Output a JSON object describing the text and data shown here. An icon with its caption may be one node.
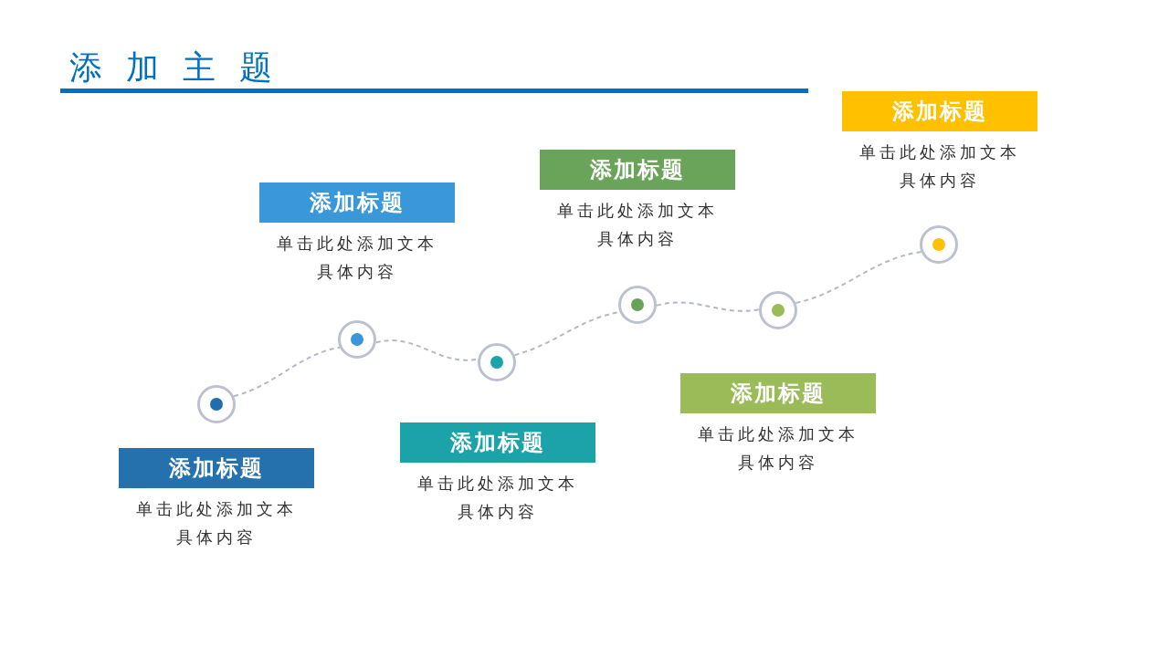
{
  "diagram": {
    "title": "添加主题",
    "nodes": [
      {
        "text": [],
        "shape": "circle"
      },
      {
        "text": [],
        "shape": "circle"
      },
      {
        "text": [],
        "shape": "circle"
      },
      {
        "text": [],
        "shape": "circle"
      },
      {
        "text": [],
        "shape": "circle"
      },
      {
        "text": [],
        "shape": "circle"
      },
      {
        "text": [
          "添加标题"
        ],
        "beside": [
          "单击此处添加文本具体内容"
        ]
      },
      {
        "text": [
          "添加标题"
        ],
        "beside": [
          "单击此处添加文本具体内容"
        ]
      },
      {
        "text": [
          "添加标题"
        ],
        "beside": [
          "单击此处添加文本具体内容"
        ]
      },
      {
        "text": [
          "添加标题"
        ],
        "beside": [
          "单击此处添加文本具体内容"
        ]
      },
      {
        "text": [
          "添加标题"
        ],
        "beside": [
          "单击此处添加文本具体内容"
        ]
      },
      {
        "text": [
          "添加标题"
        ],
        "beside": [
          "单击此处添加文本具体内容"
        ]
      }
    ],
    "edges": [
      {
        "from": 0,
        "to": 1,
        "arrow": "none",
        "style": "dashed"
      },
      {
        "from": 1,
        "to": 2,
        "arrow": "none",
        "style": "dashed"
      },
      {
        "from": 2,
        "to": 3,
        "arrow": "none",
        "style": "dashed"
      },
      {
        "from": 3,
        "to": 4,
        "arrow": "none",
        "style": "dashed"
      },
      {
        "from": 4,
        "to": 5,
        "arrow": "none",
        "style": "dashed"
      }
    ]
  }
}
